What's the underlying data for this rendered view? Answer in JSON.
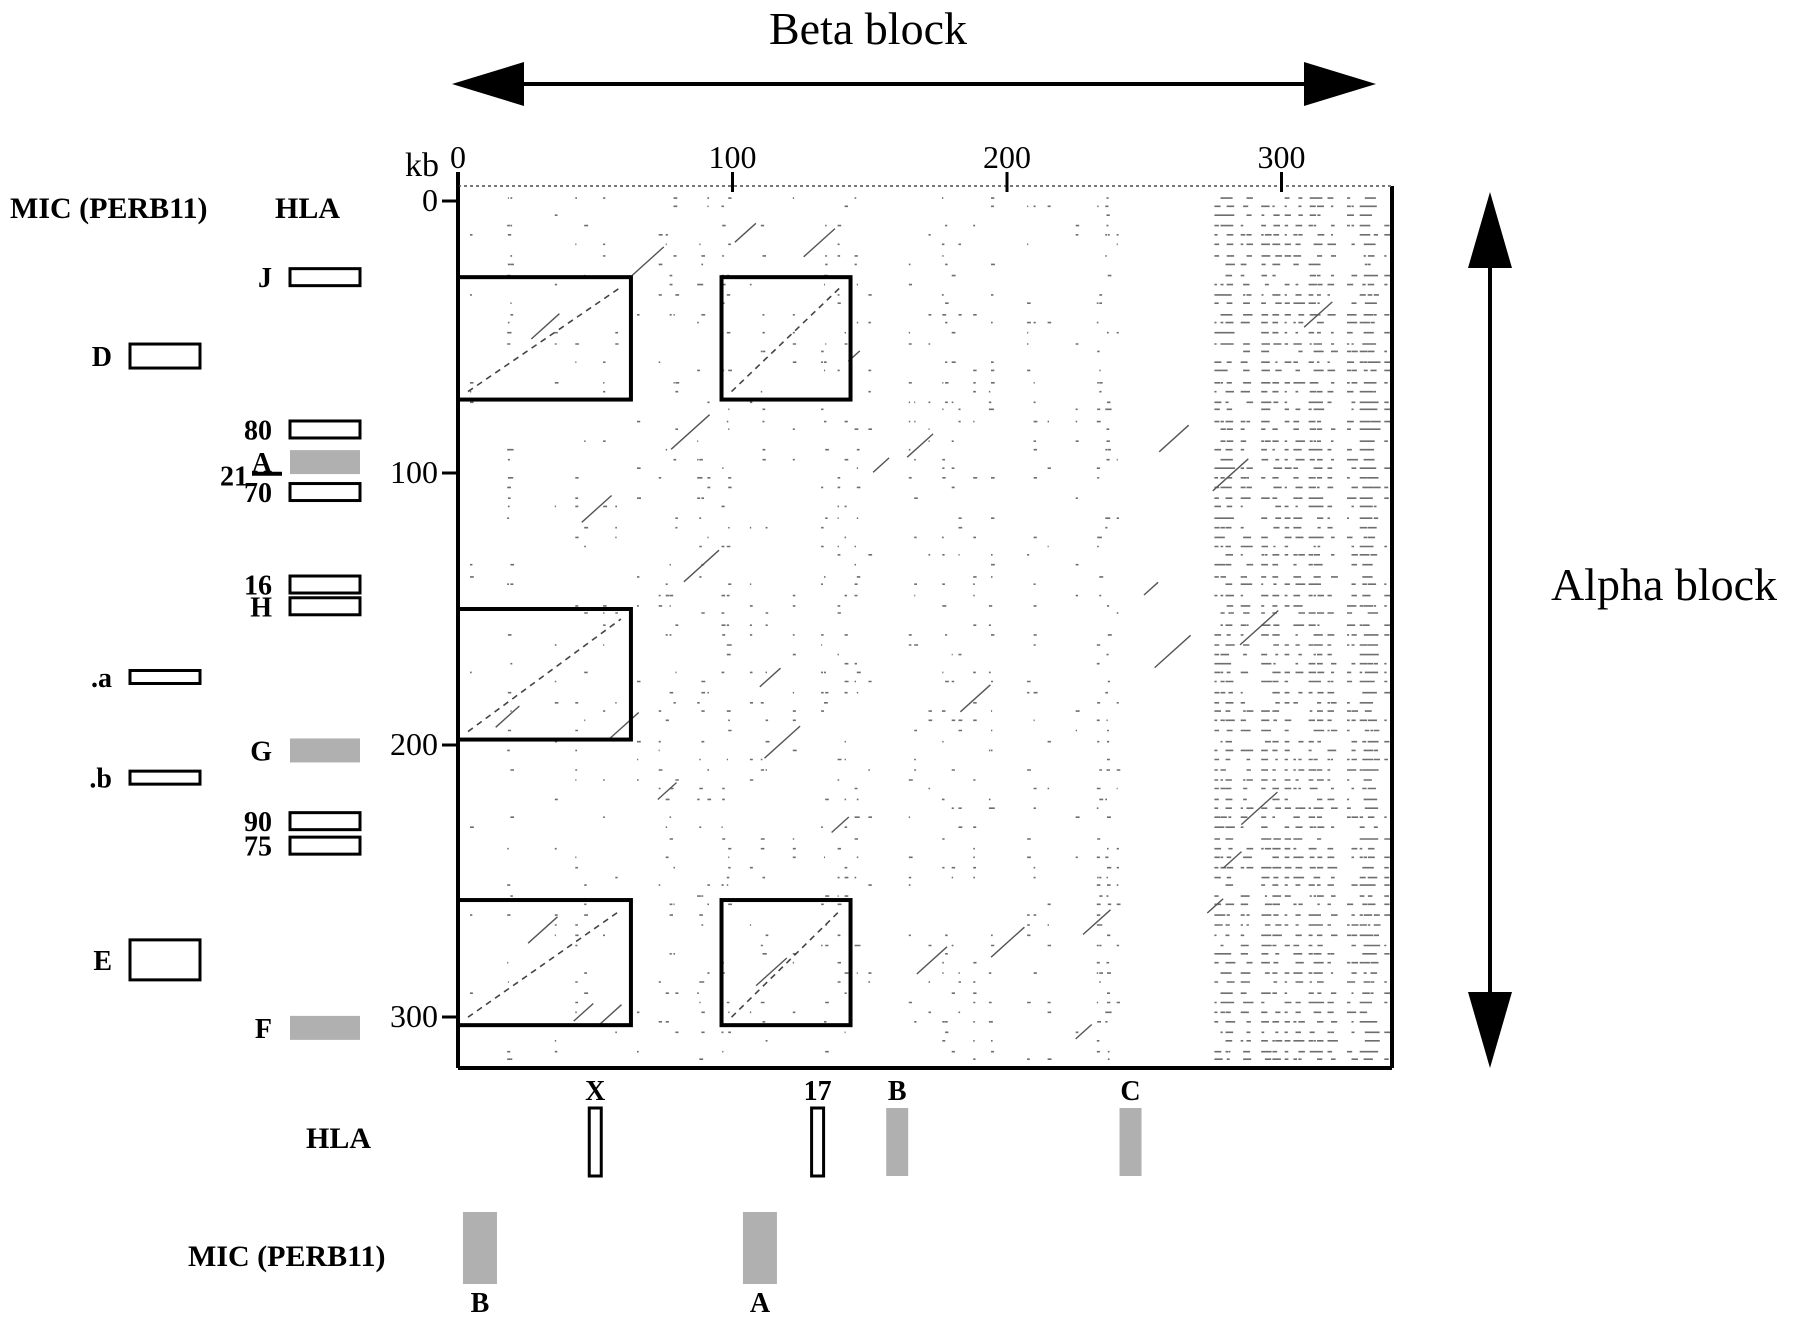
{
  "chart_data": {
    "type": "scatter",
    "subtype": "dot-plot",
    "x_axis_title": "Beta block",
    "y_axis_title": "Alpha block",
    "unit_label": "kb",
    "x_ticks": [
      0,
      100,
      200,
      300
    ],
    "y_ticks": [
      0,
      100,
      200,
      300
    ],
    "xlim": [
      0,
      340
    ],
    "ylim": [
      0,
      320
    ],
    "left_header_mic": "MIC (PERB11)",
    "left_header_hla": "HLA",
    "bottom_hla_label": "HLA",
    "bottom_mic_label": "MIC (PERB11)",
    "left_hla_genes": [
      {
        "label": "J",
        "kb": 28,
        "style": "open"
      },
      {
        "label": "80",
        "kb": 84,
        "style": "open"
      },
      {
        "label": "A",
        "kb": 96,
        "style": "shaded"
      },
      {
        "label": "70",
        "kb": 107,
        "style": "open"
      },
      {
        "label": "16",
        "kb": 141,
        "style": "open"
      },
      {
        "label": "H",
        "kb": 149,
        "style": "open"
      },
      {
        "label": "G",
        "kb": 202,
        "style": "shaded"
      },
      {
        "label": "90",
        "kb": 228,
        "style": "open"
      },
      {
        "label": "75",
        "kb": 237,
        "style": "open"
      },
      {
        "label": "F",
        "kb": 304,
        "style": "shaded"
      }
    ],
    "left_bracket_label": "21",
    "left_mic_genes": [
      {
        "label": "D",
        "kb": 57,
        "style": "open"
      },
      {
        "label": ".a",
        "kb": 175,
        "style": "open"
      },
      {
        "label": ".b",
        "kb": 212,
        "style": "open"
      },
      {
        "label": "E",
        "kb": 279,
        "style": "open"
      }
    ],
    "bottom_hla_genes": [
      {
        "label": "X",
        "kb": 50,
        "style": "open"
      },
      {
        "label": "17",
        "kb": 131,
        "style": "open"
      },
      {
        "label": "B",
        "kb": 160,
        "style": "shaded"
      },
      {
        "label": "C",
        "kb": 245,
        "style": "shaded"
      }
    ],
    "bottom_mic_genes": [
      {
        "label": "B",
        "kb": 8,
        "style": "shaded"
      },
      {
        "label": "A",
        "kb": 110,
        "style": "shaded"
      }
    ],
    "highlight_boxes_kb": [
      {
        "x": [
          0,
          63
        ],
        "y": [
          28,
          73
        ]
      },
      {
        "x": [
          96,
          143
        ],
        "y": [
          28,
          73
        ]
      },
      {
        "x": [
          0,
          63
        ],
        "y": [
          150,
          198
        ]
      },
      {
        "x": [
          0,
          63
        ],
        "y": [
          257,
          303
        ]
      },
      {
        "x": [
          96,
          143
        ],
        "y": [
          257,
          303
        ]
      }
    ]
  },
  "colors": {
    "ink": "#000000",
    "shade": "#b0b0b0",
    "dots": "#6e6e6e"
  }
}
